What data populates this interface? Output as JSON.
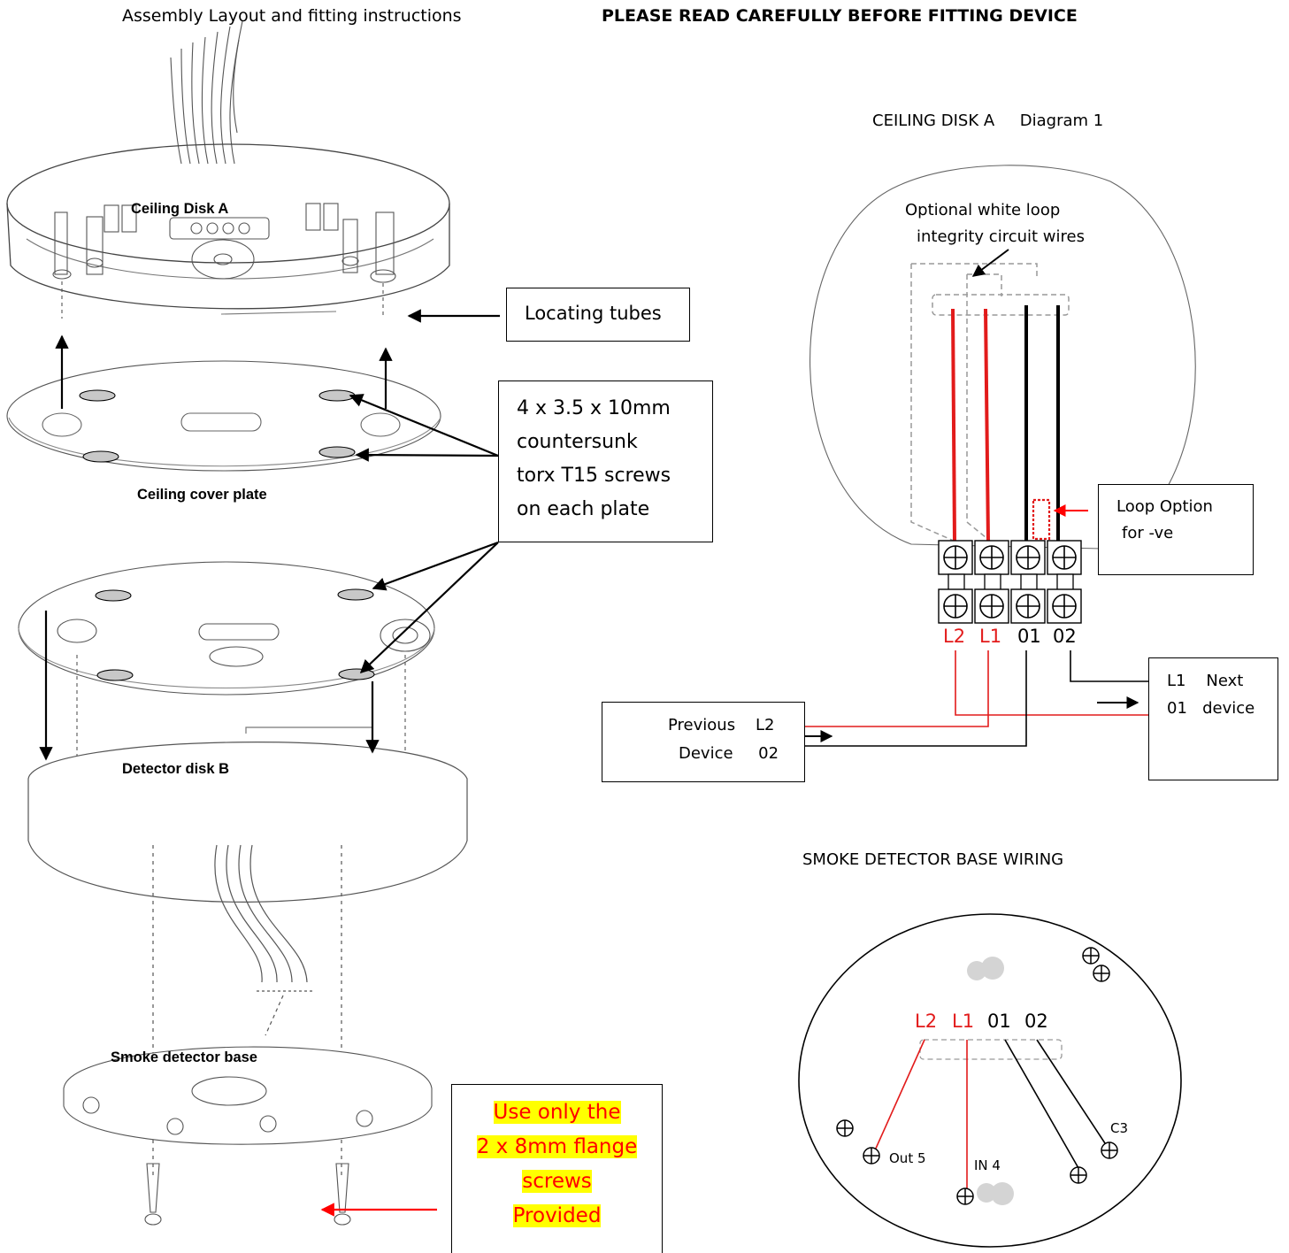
{
  "header": {
    "title": "Assembly Layout and fitting instructions",
    "warning": "PLEASE READ CAREFULLY BEFORE FITTING DEVICE"
  },
  "exploded": {
    "ceiling_disk_a": "Ceiling Disk A",
    "ceiling_cover_plate": "Ceiling cover plate",
    "detector_disk_b": "Detector disk B",
    "smoke_detector_base": "Smoke detector base"
  },
  "callouts": {
    "locating_tubes": "Locating tubes",
    "screws": [
      "4 x 3.5 x 10mm",
      "countersunk",
      "torx T15 screws",
      "on each plate"
    ],
    "flange_screws": [
      "Use only the",
      "2 x 8mm flange",
      "screws",
      "Provided"
    ]
  },
  "diagram1": {
    "title": "CEILING DISK A     Diagram 1",
    "optional_wires": [
      "Optional white loop",
      "integrity circuit wires"
    ],
    "loop_option": [
      "Loop Option",
      "for -ve"
    ],
    "terminals": [
      "L2",
      "L1",
      "01",
      "02"
    ],
    "previous_device": {
      "line1": "Previous    L2",
      "line2": "Device     02"
    },
    "next_device": {
      "line1": "L1    Next",
      "line2": "01   device"
    }
  },
  "base_wiring": {
    "title": "SMOKE DETECTOR BASE  WIRING",
    "terminals": [
      "L2",
      "L1",
      "01",
      "02"
    ],
    "out": "Out 5",
    "in": "IN 4",
    "c3": "C3"
  },
  "colors": {
    "red": "#e21b1b",
    "highlight": "#ffff00",
    "line": "#000000"
  }
}
